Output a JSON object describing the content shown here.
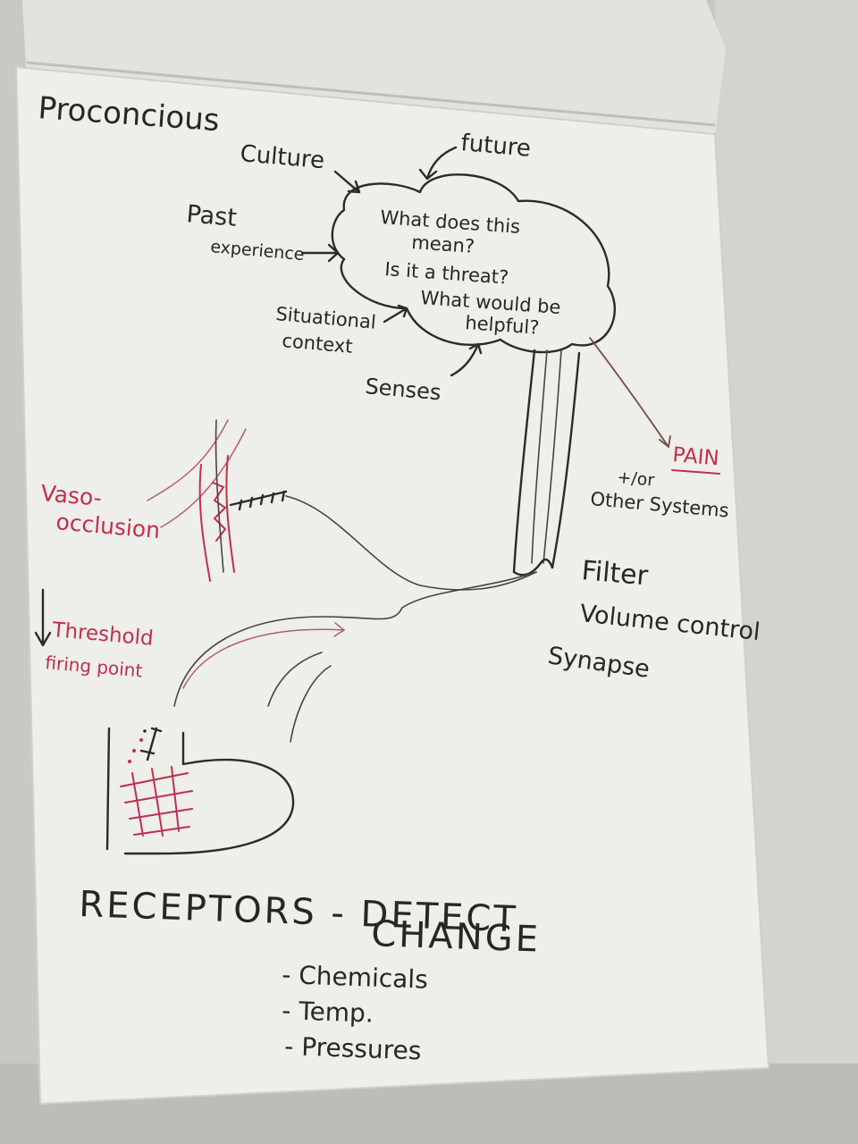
{
  "flipchart": {
    "heading": "Proconcious",
    "cloud": {
      "lines": [
        "What does this",
        "mean?",
        "Is it a threat?",
        "What would be",
        "helpful?"
      ]
    },
    "influences": {
      "culture": "Culture",
      "future": "future",
      "past_line1": "Past",
      "past_line2": "experience",
      "situation_line1": "Situational",
      "situation_line2": "context",
      "senses": "Senses"
    },
    "output": {
      "pain": "PAIN",
      "and_or": "+/or",
      "other_systems": "Other Systems"
    },
    "spinal": {
      "filter": "Filter",
      "volume": "Volume control",
      "synapse": "Synapse"
    },
    "periphery": {
      "vaso_line1": "Vaso-",
      "vaso_line2": "occlusion",
      "threshold_line1": "Threshold",
      "threshold_line2": "firing point"
    },
    "receptors": {
      "title_line1": "RECEPTORS - DETECT",
      "title_line2": "CHANGE",
      "items": [
        "- Chemicals",
        "- Temp.",
        "- Pressures"
      ]
    }
  },
  "colors": {
    "ink": "#2f2a27",
    "red_marker": "#c0304a",
    "paper": "#eeeeea",
    "wall": "#c9c9c4"
  }
}
